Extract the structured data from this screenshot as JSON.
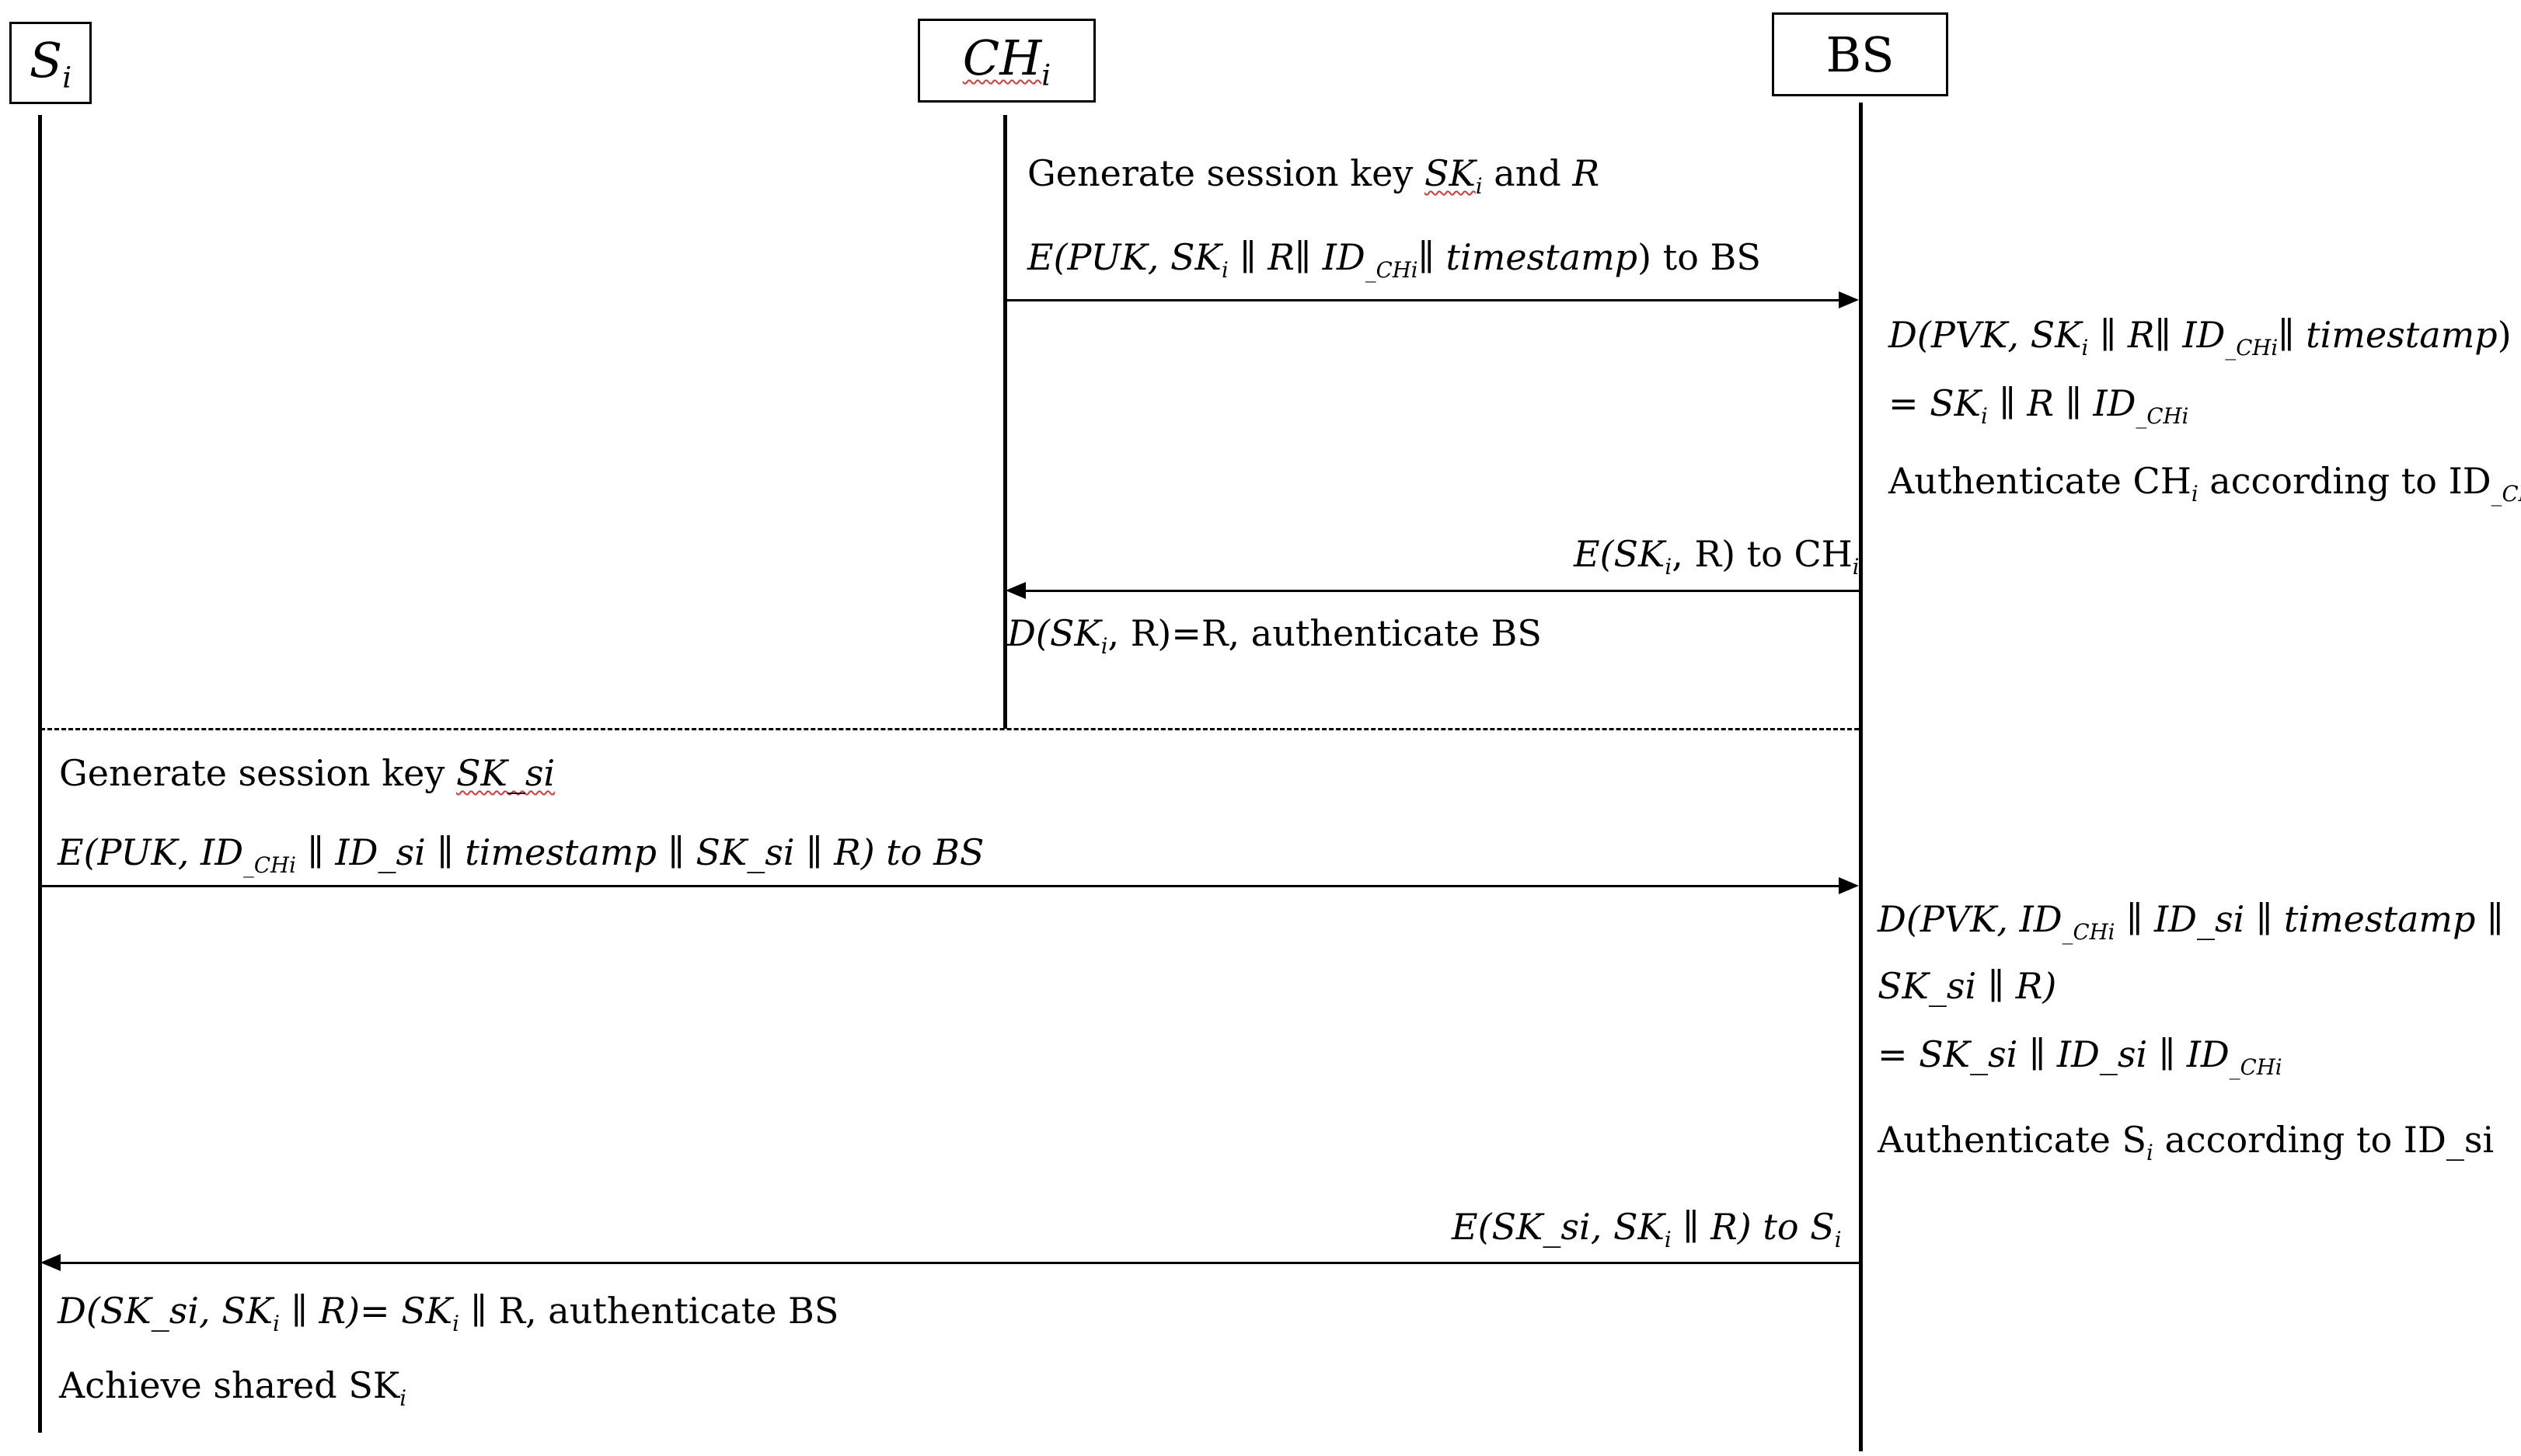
{
  "participants": {
    "si": {
      "base": "S",
      "sub": "i"
    },
    "chi": {
      "base": "CH",
      "sub": "i"
    },
    "bs": {
      "label": "BS"
    }
  },
  "ch_phase": {
    "gen_key": {
      "prefix": "Generate session key ",
      "sk": "SK",
      "sk_sub": "i",
      "mid": " and ",
      "r": "R"
    },
    "msg1": {
      "text": "E(PUK, SK",
      "sub_i": "i",
      "mid": " ∥ R∥ ID",
      "sub_chi": "_CHi",
      "tail": "∥ timestamp",
      "end": ") to BS"
    },
    "bs_decrypt1": {
      "text": "D(PVK, SK",
      "sub_i": "i",
      "mid": " ∥ R∥ ID",
      "sub_chi": "_CHi",
      "tail": "∥ timestamp",
      "end": ")"
    },
    "bs_result1": {
      "prefix": "= SK",
      "sub_i": "i",
      "mid": " ∥ R ∥ ID",
      "sub_chi": "_CHi"
    },
    "bs_auth1": {
      "prefix": "Authenticate CH",
      "sub_i": "i",
      "mid": " according to  ID",
      "sub_chi": "_CHi"
    },
    "msg2": {
      "prefix": "E(SK",
      "sub_i": "i",
      "mid": ", R) to CH",
      "sub_i2": "i"
    },
    "ch_decrypt": {
      "prefix": "D(SK",
      "sub_i": "i",
      "mid": ", R)=R, authenticate BS"
    }
  },
  "s_phase": {
    "gen_key": {
      "prefix": "Generate session key ",
      "sk": "SK_si"
    },
    "msg3": {
      "prefix": "E(PUK, ID",
      "sub_chi": "_CHi",
      "rest": " ∥ ID_si ∥ timestamp ∥ SK_si ∥ R) to BS"
    },
    "bs_decrypt2a": {
      "prefix": "D(PVK, ID",
      "sub_chi": "_CHi",
      "rest": " ∥ ID_si ∥ timestamp ∥"
    },
    "bs_decrypt2b": {
      "text": "SK_si ∥ R)"
    },
    "bs_result2": {
      "prefix": "= SK_si ∥ ID_si ∥ ID",
      "sub_chi": "_CHi"
    },
    "bs_auth2": {
      "prefix": "Authenticate S",
      "sub_i": "i",
      "rest": " according to ID_si"
    },
    "msg4": {
      "prefix": "E(SK_si, SK",
      "sub_i": "i",
      "mid": " ∥ R) to S",
      "sub_i2": "i"
    },
    "s_decrypt": {
      "prefix": "D(SK_si, SK",
      "sub_i": "i",
      "mid": " ∥ R)= SK",
      "sub_i2": "i",
      "tail": " ∥ R, authenticate BS"
    },
    "achieve": {
      "prefix": "Achieve shared SK",
      "sub_i": "i"
    }
  }
}
